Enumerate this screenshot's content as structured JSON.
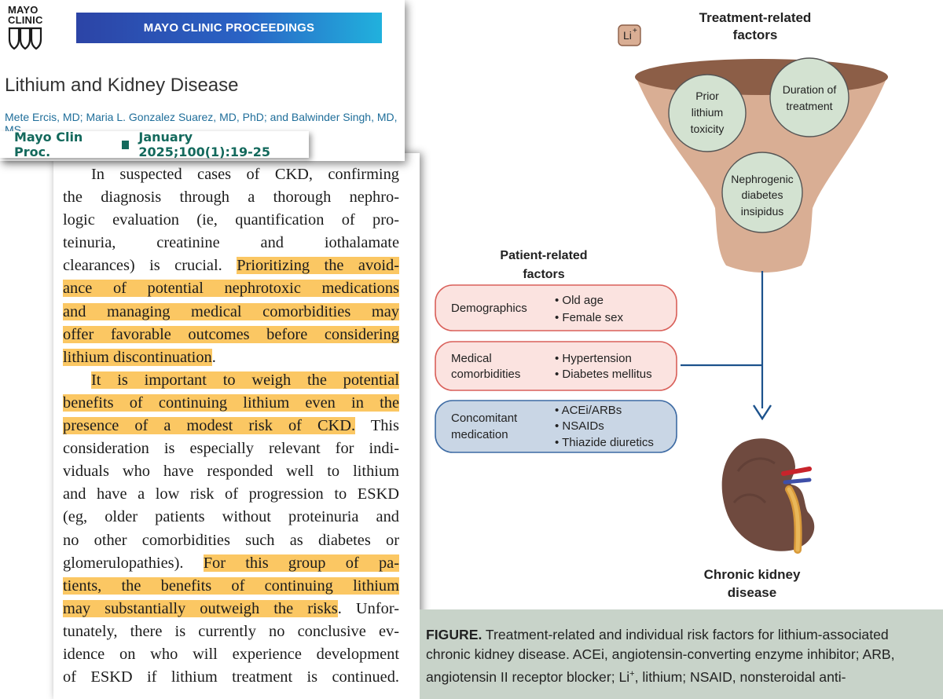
{
  "header": {
    "logo": {
      "line1": "MAYO",
      "line2": "CLINIC"
    },
    "journal": "MAYO CLINIC PROCEEDINGS",
    "title": "Lithium and Kidney Disease",
    "authors": "Mete Ercis, MD; Maria L. Gonzalez Suarez, MD, PhD; and Balwinder Singh, MD, MS"
  },
  "citation": {
    "journal": "Mayo Clin Proc.",
    "date": "January 2025;100(1):19-25"
  },
  "body": {
    "p1": {
      "l1": "In suspected cases of CKD, confirming",
      "l2": "the diagnosis through a thorough nephro-",
      "l3": "logic evaluation (ie, quantification of pro-",
      "l4": "teinuria, creatinine and iothalamate",
      "l5a": "clearances) is crucial. ",
      "l5b": "Prioritizing the avoid-",
      "l6": "ance of potential nephrotoxic medications",
      "l7": "and managing medical comorbidities may",
      "l8": "offer favorable outcomes before considering",
      "l9": "lithium discontinuation",
      "l9end": "."
    },
    "p2": {
      "l1": "It is important to weigh the potential",
      "l2": "benefits of continuing lithium even in the",
      "l3a": "presence of a modest risk of CKD.",
      "l3b": " This",
      "l4": "consideration is especially relevant for indi-",
      "l5": "viduals who have responded well to lithium",
      "l6": "and have a low risk of progression to ESKD",
      "l7": "(eg, older patients without proteinuria and",
      "l8": "no other comorbidities such as diabetes or",
      "l9a": "glomerulopathies). ",
      "l9b": "For this group of pa-",
      "l10": "tients, the benefits of continuing lithium",
      "l11a": "may substantially outweigh the risks",
      "l11b": ". Unfor-",
      "l12": "tunately, there is currently no conclusive ev-",
      "l13": "idence on who will experience development",
      "l14": "of ESKD if lithium treatment is continued."
    },
    "highlight_color": "#fbc763"
  },
  "figure": {
    "treatment_title_1": "Treatment-related",
    "treatment_title_2": "factors",
    "li_badge": "Li",
    "li_charge": "+",
    "funnel_circles": {
      "prior": [
        "Prior",
        "lithium",
        "toxicity"
      ],
      "duration": [
        "Duration of",
        "treatment"
      ],
      "nephrogenic": [
        "Nephrogenic",
        "diabetes",
        "insipidus"
      ]
    },
    "patient_title_1": "Patient-related",
    "patient_title_2": "factors",
    "patient_boxes": {
      "demographics": {
        "label": [
          "Demographics"
        ],
        "items": [
          "• Old age",
          "• Female sex"
        ]
      },
      "medical": {
        "label": [
          "Medical",
          "comorbidities"
        ],
        "items": [
          "• Hypertension",
          "• Diabetes mellitus"
        ]
      },
      "medication": {
        "label": [
          "Concomitant",
          "medication"
        ],
        "items": [
          "• ACEi/ARBs",
          "• NSAIDs",
          "• Thiazide diuretics"
        ]
      }
    },
    "outcome_1": "Chronic kidney",
    "outcome_2": "disease",
    "colors": {
      "funnel": "#d9ae94",
      "funnel_rim": "#8c5e47",
      "circle_fill": "#d3e2d1",
      "pink_box_fill": "#fbe3e0",
      "pink_box_stroke": "#d9605a",
      "blue_box_fill": "#c9d6e5",
      "blue_box_stroke": "#3c6aa3",
      "arrow": "#1c528c"
    }
  },
  "caption": {
    "label": "FIGURE.",
    "l1": " Treatment-related and individual risk factors for lithium-associated",
    "l2": "chronic kidney disease. ACEi, angiotensin-converting enzyme inhibitor; ARB,",
    "l3a": "angiotensin II receptor blocker; Li",
    "l3sup": "+",
    "l3b": ", lithium; NSAID, nonsteroidal anti-"
  }
}
